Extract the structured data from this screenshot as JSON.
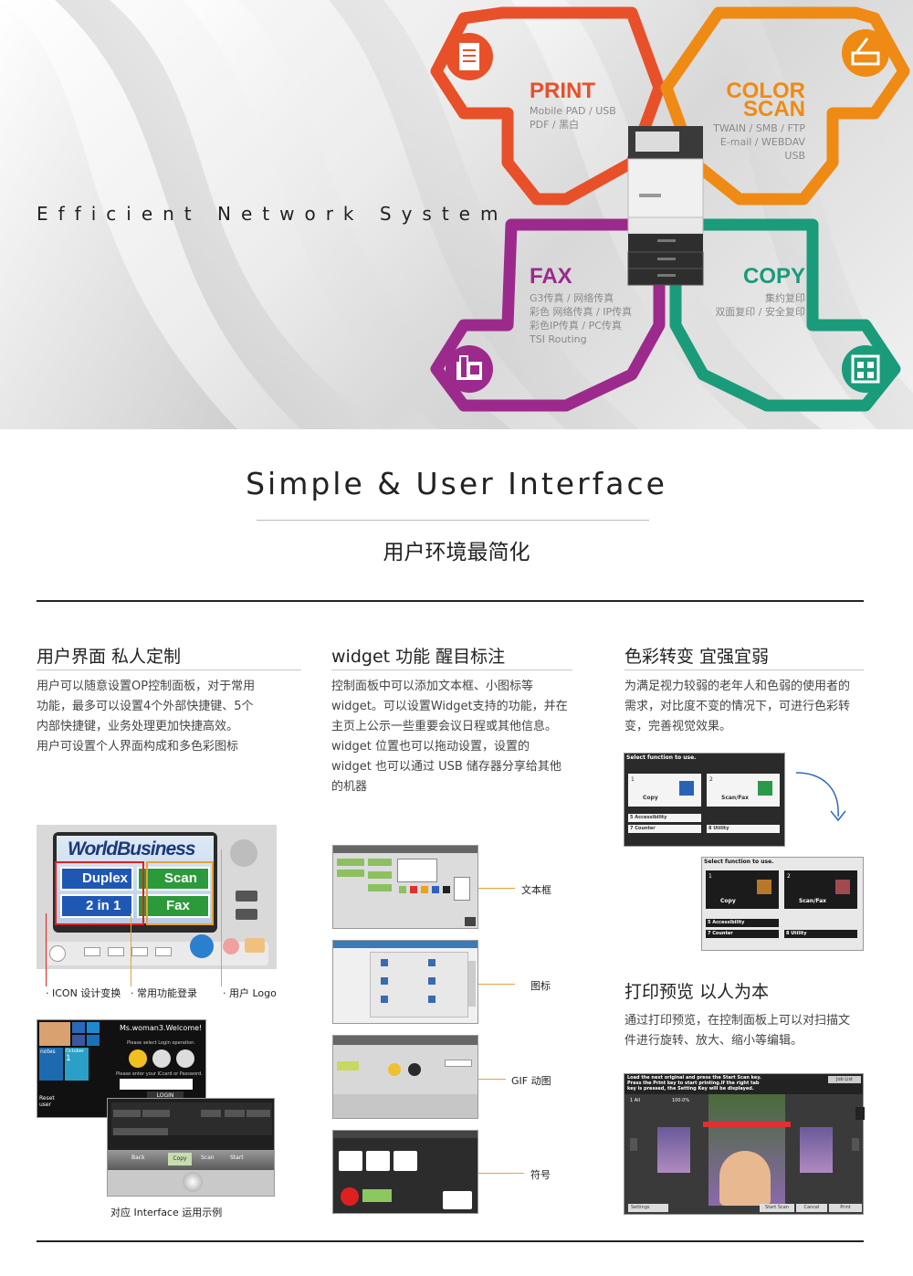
{
  "hero": {
    "tagline": "Efficient Network System",
    "colors": {
      "print": "#e8502a",
      "scan": "#ef8a14",
      "fax": "#9c2a8c",
      "copy": "#1a9b7a"
    },
    "print": {
      "title": "PRINT",
      "lines": [
        "Mobile PAD / USB",
        "PDF / 黑白"
      ],
      "icon": "document-icon"
    },
    "scan": {
      "title_1": "COLOR",
      "title_2": "SCAN",
      "lines": [
        "TWAIN / SMB / FTP",
        "E-mail / WEBDAV",
        "USB"
      ],
      "icon": "scanner-icon"
    },
    "fax": {
      "title": "FAX",
      "lines": [
        "G3传真 / 网络传真",
        "彩色 网络传真 / IP传真",
        "彩色IP传真 / PC传真",
        "TSI Routing"
      ],
      "icon": "fax-icon"
    },
    "copy": {
      "title": "COPY",
      "lines": [
        "集约复印",
        "双面复印 / 安全复印"
      ],
      "icon": "copy-icon"
    }
  },
  "section": {
    "title": "Simple & User Interface",
    "subtitle": "用户环境最简化"
  },
  "col1": {
    "heading": "用户界面 私人定制",
    "paragraph_lines": [
      "用户可以随意设置OP控制面板，对于常用",
      "功能，最多可以设置4个外部快捷键、5个",
      "内部快捷键，业务处理更加快捷高效。",
      "用户可设置个人界面构成和多色彩图标"
    ],
    "panel": {
      "logo_a": "World",
      "logo_b": "Business",
      "btn_duplex": "Duplex",
      "btn_scan": "Scan",
      "btn_2in1": "2 in 1",
      "btn_fax": "Fax"
    },
    "captions": [
      "· ICON 设计变换",
      "· 常用功能登录",
      "· 用户 Logo"
    ],
    "login": {
      "welcome": "Ms.woman3.Welcome!",
      "line1": "Please select Login operation.",
      "line2": "Please enter your ICcard or Password.",
      "login_btn": "LOGIN",
      "notes": "notes",
      "date_label": "October",
      "date_num": "1",
      "reset": "Reset user",
      "tabs": [
        "Back",
        "Copy",
        "Scan",
        "Start"
      ]
    },
    "caption_bottom": "对应 Interface 运用示例"
  },
  "col2": {
    "heading": "widget 功能 醒目标注",
    "paragraph_lines": [
      "控制面板中可以添加文本框、小图标等",
      "widget。可以设置Widget支持的功能，并在",
      "主页上公示一些重要会议日程或其他信息。",
      "widget 位置也可以拖动设置，设置的",
      "widget 也可以通过 USB 储存器分享给其他",
      "的机器"
    ],
    "labels": [
      "文本框",
      "图标",
      "GIF 动图",
      "符号"
    ]
  },
  "col3": {
    "heading": "色彩转变 宜强宜弱",
    "paragraph_lines": [
      "为满足视力较弱的老年人和色弱的使用者的",
      "需求，对比度不变的情况下，可进行色彩转",
      "变，完善视觉效果。"
    ],
    "screen": {
      "title": "Select function to use.",
      "tile1_num": "1",
      "tile1_label": "Copy",
      "tile2_num": "2",
      "tile2_label": "Scan/Fax",
      "row5": "5 Accessibility",
      "row7": "7 Counter",
      "row8": "8 Utility"
    },
    "heading2": "打印预览 以人为本",
    "paragraph2_lines": [
      "通过打印预览，在控制面板上可以对扫描文",
      "件进行旋转、放大、缩小等编辑。"
    ],
    "preview": {
      "top_text": [
        "Load the next original and press the Start Scan key.",
        "Press the Print key to start printing.If the right tab",
        "key is pressed, the Setting Key will be displayed."
      ],
      "job_list": "Job List",
      "page": "1 All",
      "zoom": "100.0%",
      "btns": [
        "Settings",
        "Start Scan",
        "Cancel",
        "Print"
      ]
    }
  }
}
